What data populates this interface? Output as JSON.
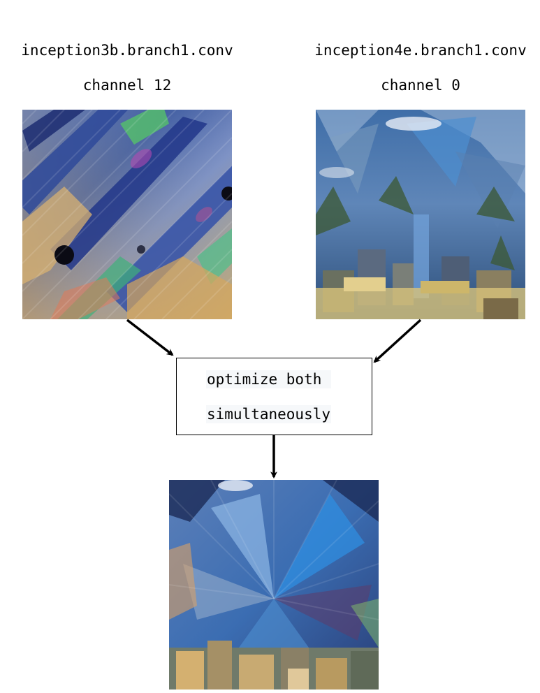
{
  "left_source": {
    "layer": "inception3b.branch1.conv",
    "channel": "channel 12"
  },
  "right_source": {
    "layer": "inception4e.branch1.conv",
    "channel": "channel 0"
  },
  "process": {
    "line1": "optimize both ",
    "line2": "simultaneously"
  },
  "colors": {
    "arrow": "#000000",
    "box_border": "#000000",
    "text_highlight": "#f6f8fa"
  }
}
